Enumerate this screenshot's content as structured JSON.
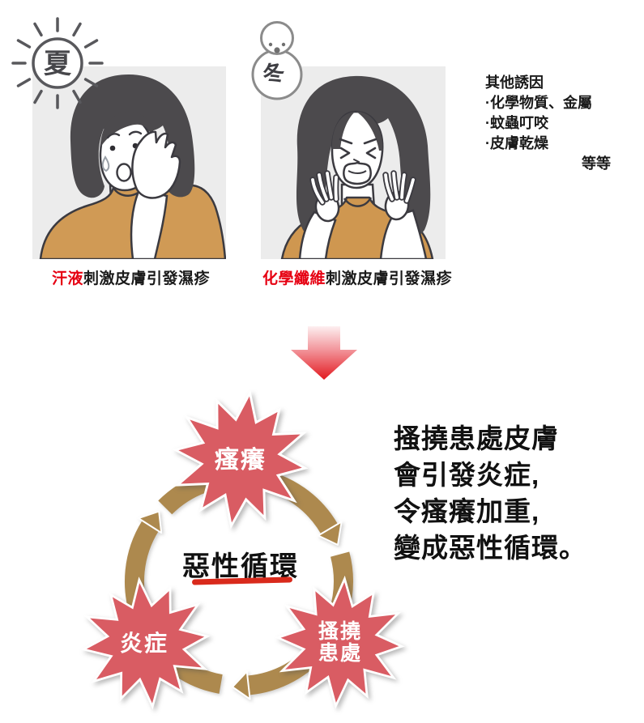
{
  "seasons": {
    "summer": {
      "badge": "夏",
      "caption": {
        "highlight": "汗液",
        "rest": "刺激皮膚引發濕疹"
      }
    },
    "winter": {
      "badge": "冬",
      "caption": {
        "highlight": "化學纖維",
        "rest": "刺激皮膚引發濕疹"
      }
    }
  },
  "other_triggers": {
    "title": "其他誘因",
    "items": [
      "·化學物質、金屬",
      "·蚊蟲叮咬",
      "·皮膚乾燥"
    ],
    "footer": "等等"
  },
  "cycle": {
    "center_label": "惡性循環",
    "nodes": {
      "itching": "瘙癢",
      "inflammation": "炎症",
      "scratching_line1": "搔撓",
      "scratching_line2": "患處"
    },
    "description": {
      "line1": "搔撓患處皮膚",
      "line2": "會引發炎症,",
      "line3": "令瘙癢加重,",
      "line4": "變成惡性循環。"
    }
  },
  "colors": {
    "burst_red": "#d95c63",
    "ring_gold": "#ad894e",
    "accent_red": "#e60012",
    "underline_red": "#d92a1c",
    "arrow_red": "#e21a20",
    "shirt_orange": "#d09a55",
    "panel_gray": "#ececec"
  }
}
